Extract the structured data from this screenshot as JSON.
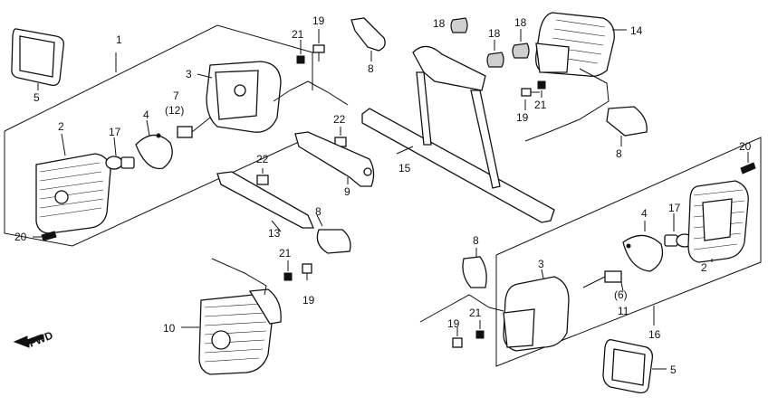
{
  "callouts": {
    "c1": "1",
    "c2a": "2",
    "c2b": "2",
    "c3a": "3",
    "c3b": "3",
    "c4a": "4",
    "c4b": "4",
    "c5a": "5",
    "c5b": "5",
    "c6": "(6)",
    "c7": "7",
    "c12": "(12)",
    "c8a": "8",
    "c8b": "8",
    "c8c": "8",
    "c8d": "8",
    "c9": "9",
    "c10": "10",
    "c11": "11",
    "c13": "13",
    "c14": "14",
    "c15": "15",
    "c16": "16",
    "c17a": "17",
    "c17b": "17",
    "c18a": "18",
    "c18b": "18",
    "c18c": "18",
    "c19a": "19",
    "c19b": "19",
    "c19c": "19",
    "c19d": "19",
    "c20a": "20",
    "c20b": "20",
    "c21a": "21",
    "c21b": "21",
    "c21c": "21",
    "c21d": "21",
    "c22a": "22",
    "c22b": "22"
  },
  "direction_marker": {
    "text": "FWD",
    "icon": "forward-arrow-icon"
  },
  "colors": {
    "ink": "#111111",
    "paper": "#ffffff"
  }
}
